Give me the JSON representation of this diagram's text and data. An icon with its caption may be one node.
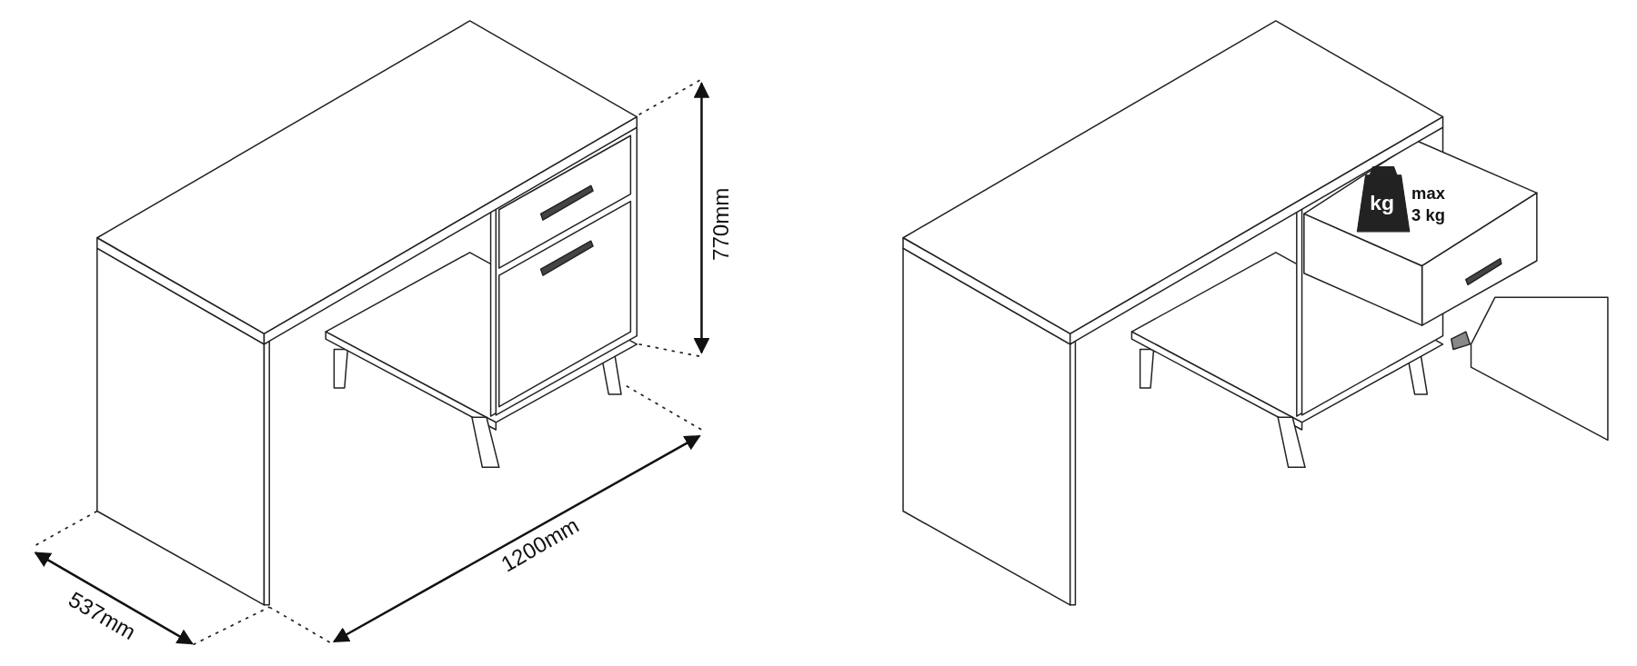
{
  "diagram": {
    "labels": [
      "770mm",
      "1200mm",
      "537mm",
      "kg",
      "max 3 kg"
    ]
  }
}
